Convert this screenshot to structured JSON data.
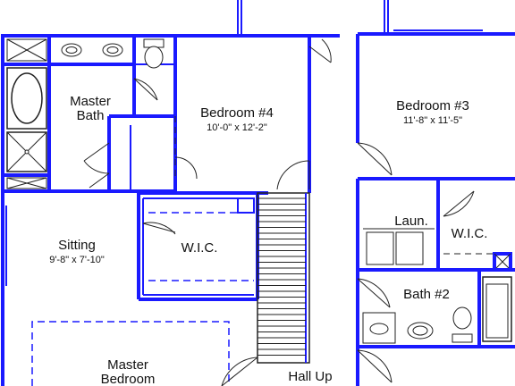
{
  "rooms": {
    "master_bath": {
      "line1": "Master",
      "line2": "Bath"
    },
    "bedroom4": {
      "name": "Bedroom #4",
      "dims": "10'-0\" x 12'-2\""
    },
    "bedroom3": {
      "name": "Bedroom #3",
      "dims": "11'-8\" x 11'-5\""
    },
    "sitting": {
      "name": "Sitting",
      "dims": "9'-8\" x 7'-10\""
    },
    "wic_left": {
      "name": "W.I.C."
    },
    "laundry": {
      "name": "Laun."
    },
    "wic_right": {
      "name": "W.I.C."
    },
    "bath2": {
      "name": "Bath #2"
    },
    "master_bedroom": {
      "line1": "Master",
      "line2": "Bedroom"
    },
    "hall": {
      "name": "Hall Up"
    }
  },
  "colors": {
    "wall": "#1a1aff",
    "ink": "#222222",
    "background": "#ffffff"
  }
}
